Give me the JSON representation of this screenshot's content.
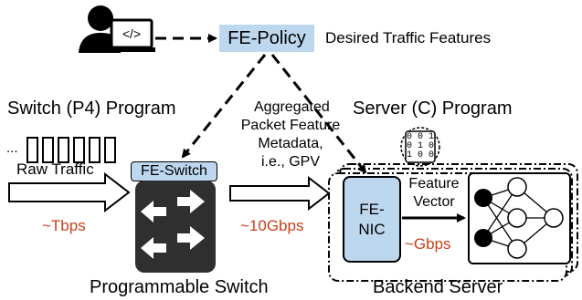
{
  "icons": {
    "developer": "developer-with-code-icon",
    "chip": "binary-chip-icon",
    "switch": "switch-arrows-icon",
    "neural_network": "neural-network-icon"
  },
  "colors": {
    "box_fill": "#bdd7ee",
    "rate_text": "#c8401a",
    "switch_body": "#2f2f2f"
  },
  "top": {
    "code_glyph": "</>",
    "policy_label": "FE-Policy",
    "desired_features": "Desired Traffic Features"
  },
  "left": {
    "program_title": "Switch (P4) Program",
    "ellipsis": "...",
    "raw_traffic": "Raw Traffic",
    "raw_rate": "~Tbps",
    "fe_switch_label": "FE-Switch",
    "device_caption": "Programmable Switch"
  },
  "middle": {
    "metadata_lines": [
      "Aggregated",
      "Packet Feature",
      "Metadata,",
      "i.e., GPV"
    ],
    "metadata_rate": "~10Gbps"
  },
  "right": {
    "program_title": "Server (C) Program",
    "chip_bits": [
      "0 0 1",
      "0 1 0",
      "1 0 0"
    ],
    "nic_lines": [
      "FE-",
      "NIC"
    ],
    "feature_lines": [
      "Feature",
      "Vector"
    ],
    "feature_rate": "~Gbps",
    "device_caption": "Backend Server"
  }
}
